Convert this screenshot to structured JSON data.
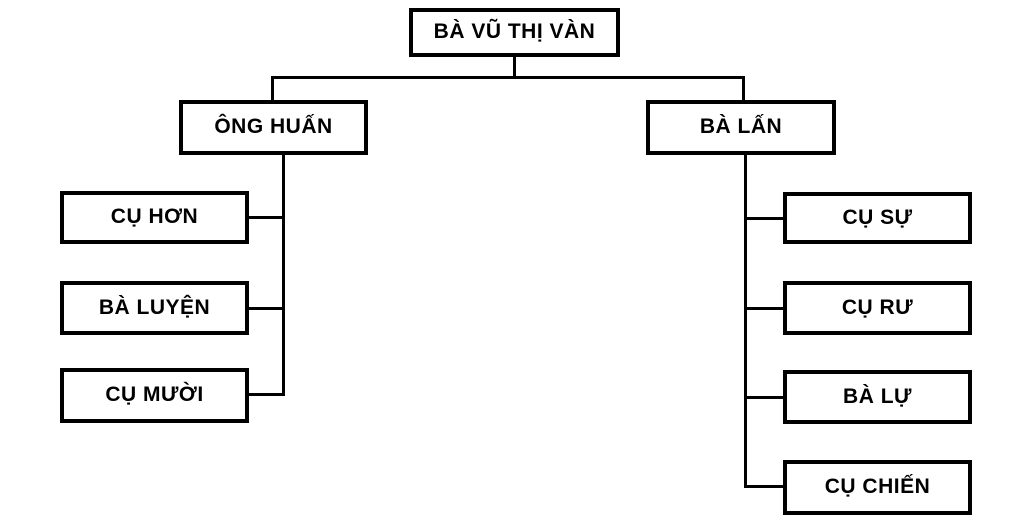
{
  "diagram": {
    "type": "family-tree",
    "colors": {
      "background": "#ffffff",
      "box_border": "#000000",
      "box_fill": "#ffffff",
      "line": "#000000",
      "text": "#000000"
    },
    "root": {
      "label": "BÀ VŨ THỊ VÀN"
    },
    "branches": [
      {
        "parent": {
          "label": "ÔNG HUẤN"
        },
        "children": [
          {
            "label": "CỤ HƠN"
          },
          {
            "label": "BÀ LUYỆN"
          },
          {
            "label": "CỤ MƯỜI"
          }
        ]
      },
      {
        "parent": {
          "label": "BÀ LẤN"
        },
        "children": [
          {
            "label": "CỤ SỰ"
          },
          {
            "label": "CỤ RƯ"
          },
          {
            "label": "BÀ LỰ"
          },
          {
            "label": "CỤ CHIẾN"
          }
        ]
      }
    ]
  }
}
